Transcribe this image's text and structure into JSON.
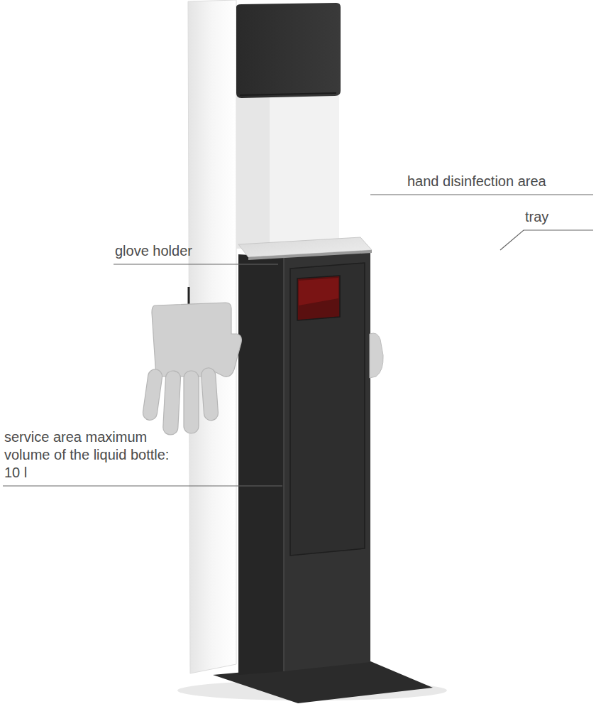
{
  "diagram": {
    "labels": [
      "hand disinfection area",
      "tray",
      "glove holder",
      "service area maximum volume of the liquid bottle: 10 l"
    ]
  }
}
